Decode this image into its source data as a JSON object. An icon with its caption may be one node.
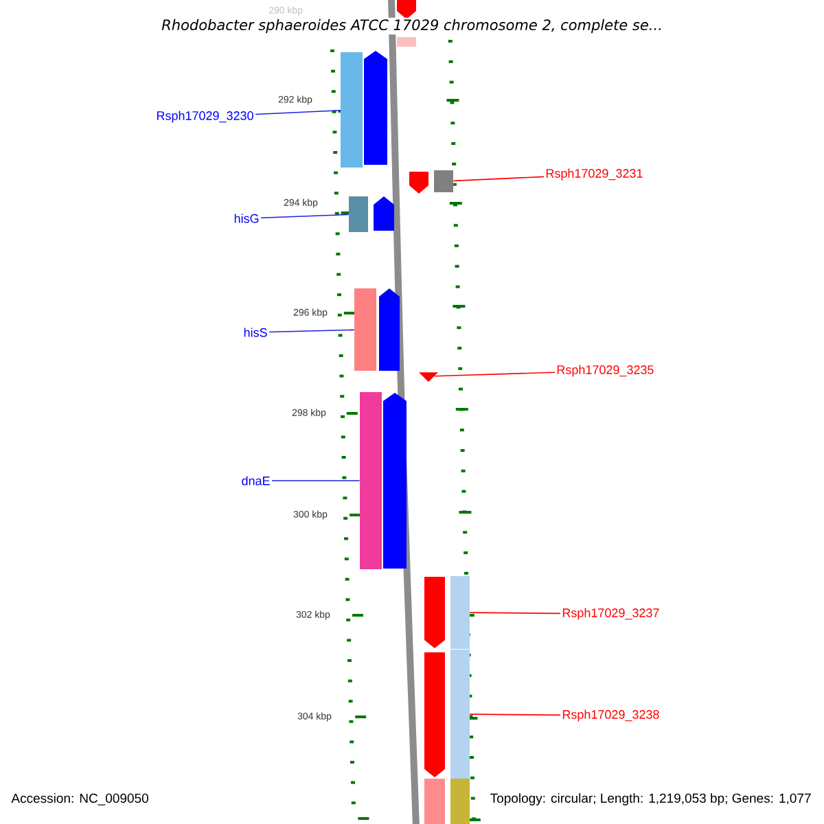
{
  "diagram": {
    "title": "Rhodobacter sphaeroides ATCC 17029 chromosome 2, complete se...",
    "nodes": [
      {
        "text": [
          "Rsph17029_3230"
        ]
      },
      {
        "text": [],
        "shape": "bar"
      },
      {
        "text": [
          "Rsph17029_3231"
        ]
      },
      {
        "text": [],
        "shape": "bar"
      },
      {
        "text": [
          "hisG"
        ]
      },
      {
        "text": [],
        "shape": "bar"
      },
      {
        "text": [
          "hisS"
        ]
      },
      {
        "text": [],
        "shape": "bar"
      },
      {
        "text": [
          "Rsph17029_3235"
        ]
      },
      {
        "text": [],
        "shape": "triangle"
      },
      {
        "text": [
          "dnaE"
        ]
      },
      {
        "text": [],
        "shape": "bar"
      },
      {
        "text": [
          "Rsph17029_3237"
        ]
      },
      {
        "text": [],
        "shape": "bar"
      },
      {
        "text": [
          "Rsph17029_3238"
        ]
      },
      {
        "text": [],
        "shape": "bar"
      },
      {
        "text": [],
        "shape": "pentagon"
      },
      {
        "text": [],
        "shape": "pentagon"
      },
      {
        "text": [],
        "shape": "pentagon"
      },
      {
        "text": [],
        "shape": "pentagon"
      },
      {
        "text": [],
        "shape": "pentagon"
      },
      {
        "text": [],
        "shape": "pentagon"
      },
      {
        "text": [],
        "shape": "pentagon"
      },
      {
        "text": [],
        "shape": "pentagon"
      },
      {
        "text": [],
        "shape": "bar"
      },
      {
        "text": [],
        "shape": "bar"
      },
      {
        "text": [],
        "shape": "bar"
      }
    ],
    "edges": [
      {
        "from": 0,
        "to": 1,
        "arrow": "none"
      },
      {
        "from": 2,
        "to": 3,
        "arrow": "none",
        "color": "#ff0000"
      },
      {
        "from": 4,
        "to": 5,
        "arrow": "none"
      },
      {
        "from": 6,
        "to": 7,
        "arrow": "none"
      },
      {
        "from": 8,
        "to": 9,
        "arrow": "none",
        "color": "#ff0000"
      },
      {
        "from": 10,
        "to": 11,
        "arrow": "none"
      },
      {
        "from": 12,
        "to": 13,
        "arrow": "none",
        "color": "#ff0000"
      },
      {
        "from": 14,
        "to": 15,
        "arrow": "none",
        "color": "#ff0000"
      }
    ],
    "labels": [
      "290 kbp",
      "292 kbp",
      "294 kbp",
      "296 kbp",
      "298 kbp",
      "300 kbp",
      "302 kbp",
      "304 kbp",
      "Accession: NC_009050",
      "Topology: circular; Length: 1,219,053 bp; Genes: 1,077"
    ]
  }
}
